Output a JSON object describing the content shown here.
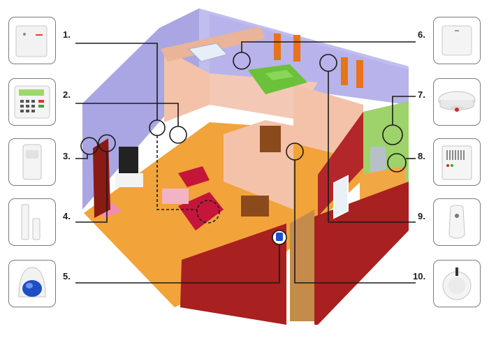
{
  "callouts": {
    "left": [
      {
        "number": "1.",
        "icon": "control-panel-icon"
      },
      {
        "number": "2.",
        "icon": "keypad-icon"
      },
      {
        "number": "3.",
        "icon": "motion-detector-icon"
      },
      {
        "number": "4.",
        "icon": "door-contact-icon"
      },
      {
        "number": "5.",
        "icon": "siren-icon"
      }
    ],
    "right": [
      {
        "number": "6.",
        "icon": "panic-button-icon"
      },
      {
        "number": "7.",
        "icon": "smoke-detector-icon"
      },
      {
        "number": "8.",
        "icon": "gas-detector-icon"
      },
      {
        "number": "9.",
        "icon": "remote-keyfob-icon"
      },
      {
        "number": "10.",
        "icon": "ceiling-sensor-icon"
      }
    ]
  },
  "colors": {
    "line": "#1a1a1a",
    "wall_lilac": "#a9a6e3",
    "floor_orange": "#f2a33a",
    "brick_red": "#a8201f",
    "bedroom_green": "#6bc13a",
    "sofa_red": "#c4163a"
  }
}
